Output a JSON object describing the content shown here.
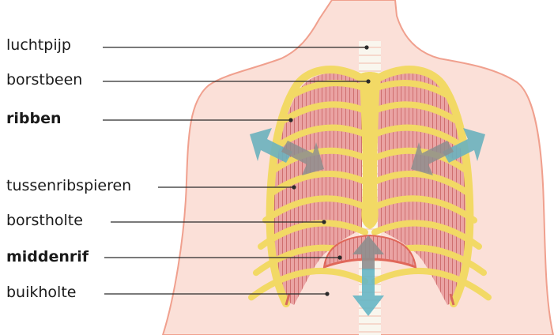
{
  "labels": {
    "trachea": "luchtpijp",
    "sternum": "borstbeen",
    "ribs": "ribben",
    "intercostal": "tussenribspieren",
    "thoracic_cavity": "borstholte",
    "diaphragm": "middenrif",
    "abdominal_cavity": "buikholte"
  },
  "colors": {
    "skin": "#fbe0d8",
    "skin_outline": "#f0a08e",
    "bone": "#f2d965",
    "muscle": "#e8a0a0",
    "muscle_stripe": "#d07070",
    "spine": "#f7f3e8",
    "arrow_outward": "#6ab1be",
    "arrow_inward": "#8e8e8e",
    "arrow_down": "#66b6c4",
    "leader_line": "#2a2a2a"
  },
  "icons": {
    "arrow_left": "arrow-outward-left-icon",
    "arrow_right": "arrow-outward-right-icon",
    "arrow_down": "arrow-down-icon",
    "arrow_up": "arrow-up-icon"
  }
}
